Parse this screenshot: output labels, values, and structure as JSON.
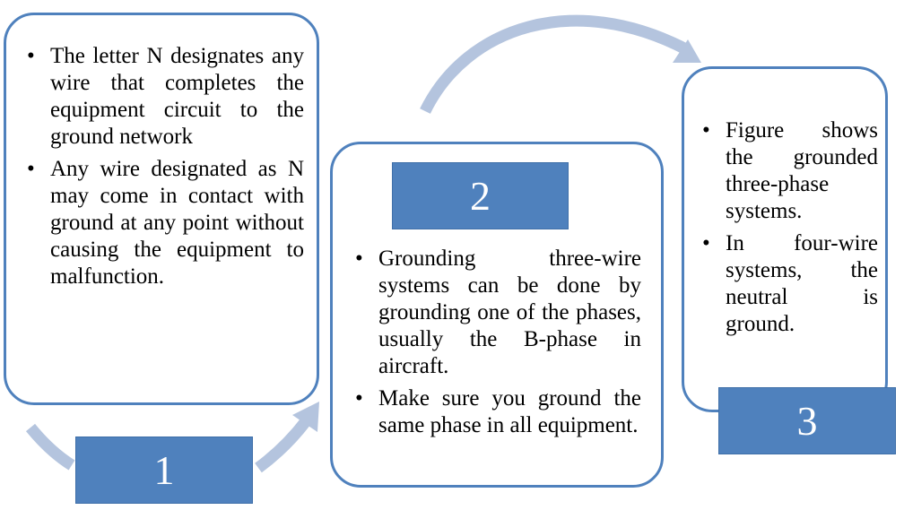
{
  "steps": [
    {
      "number": "1",
      "bullets": [
        "The letter N designates any wire that completes the equipment circuit to the ground network",
        "Any wire designated as N may come in contact with ground at any point without causing the equipment to malfunction."
      ]
    },
    {
      "number": "2",
      "bullets": [
        "Grounding three-wire systems can be done by grounding one of the phases, usually the B-phase in aircraft.",
        "Make sure you ground the same phase in all equipment."
      ]
    },
    {
      "number": "3",
      "bullets": [
        "Figure shows the grounded three-phase systems.",
        "In four-wire systems, the neutral is ground."
      ]
    }
  ],
  "colors": {
    "accent": "#4f81bd",
    "arrow": "#b4c4de",
    "text": "#000000"
  }
}
